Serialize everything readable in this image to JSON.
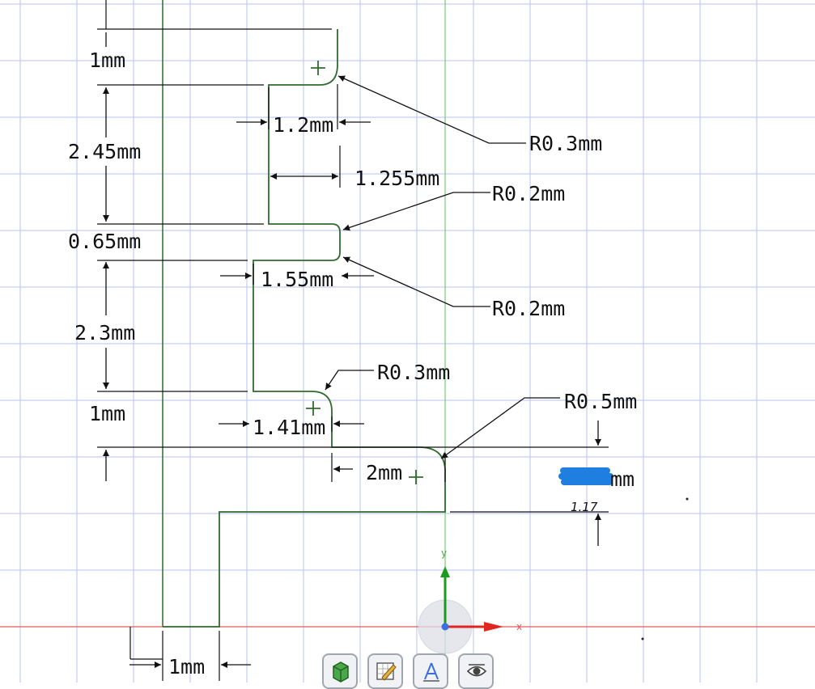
{
  "drawing": {
    "dimensions": {
      "v_top_1mm": "1mm",
      "v_245": "2.45mm",
      "v_065": "0.65mm",
      "v_23": "2.3mm",
      "v_1mm_b": "1mm",
      "h_12": "1.2mm",
      "h_1255": "1.255mm",
      "h_155": "1.55mm",
      "h_141": "1.41mm",
      "h_2mm": "2mm",
      "h_bottom_1mm": "1mm",
      "right_mm": "mm",
      "handwritten": "1.17"
    },
    "radii": {
      "r03_top": "R0.3mm",
      "r02_a": "R0.2mm",
      "r02_b": "R0.2mm",
      "r03_mid": "R0.3mm",
      "r05": "R0.5mm"
    },
    "axes": {
      "x_label": "x",
      "y_label": "y"
    }
  },
  "colors": {
    "grid": "#b9c2ee",
    "profile": "#2f6b2f",
    "dim_line": "#111111",
    "y_axis": "#7cc87c",
    "x_axis": "#e35a5a",
    "redaction": "#1e7fe0"
  },
  "toolbar": {
    "buttons": [
      {
        "icon": "solid-box-icon"
      },
      {
        "icon": "sketch-edit-icon"
      },
      {
        "icon": "dimension-icon"
      },
      {
        "icon": "view-eye-icon"
      }
    ]
  }
}
